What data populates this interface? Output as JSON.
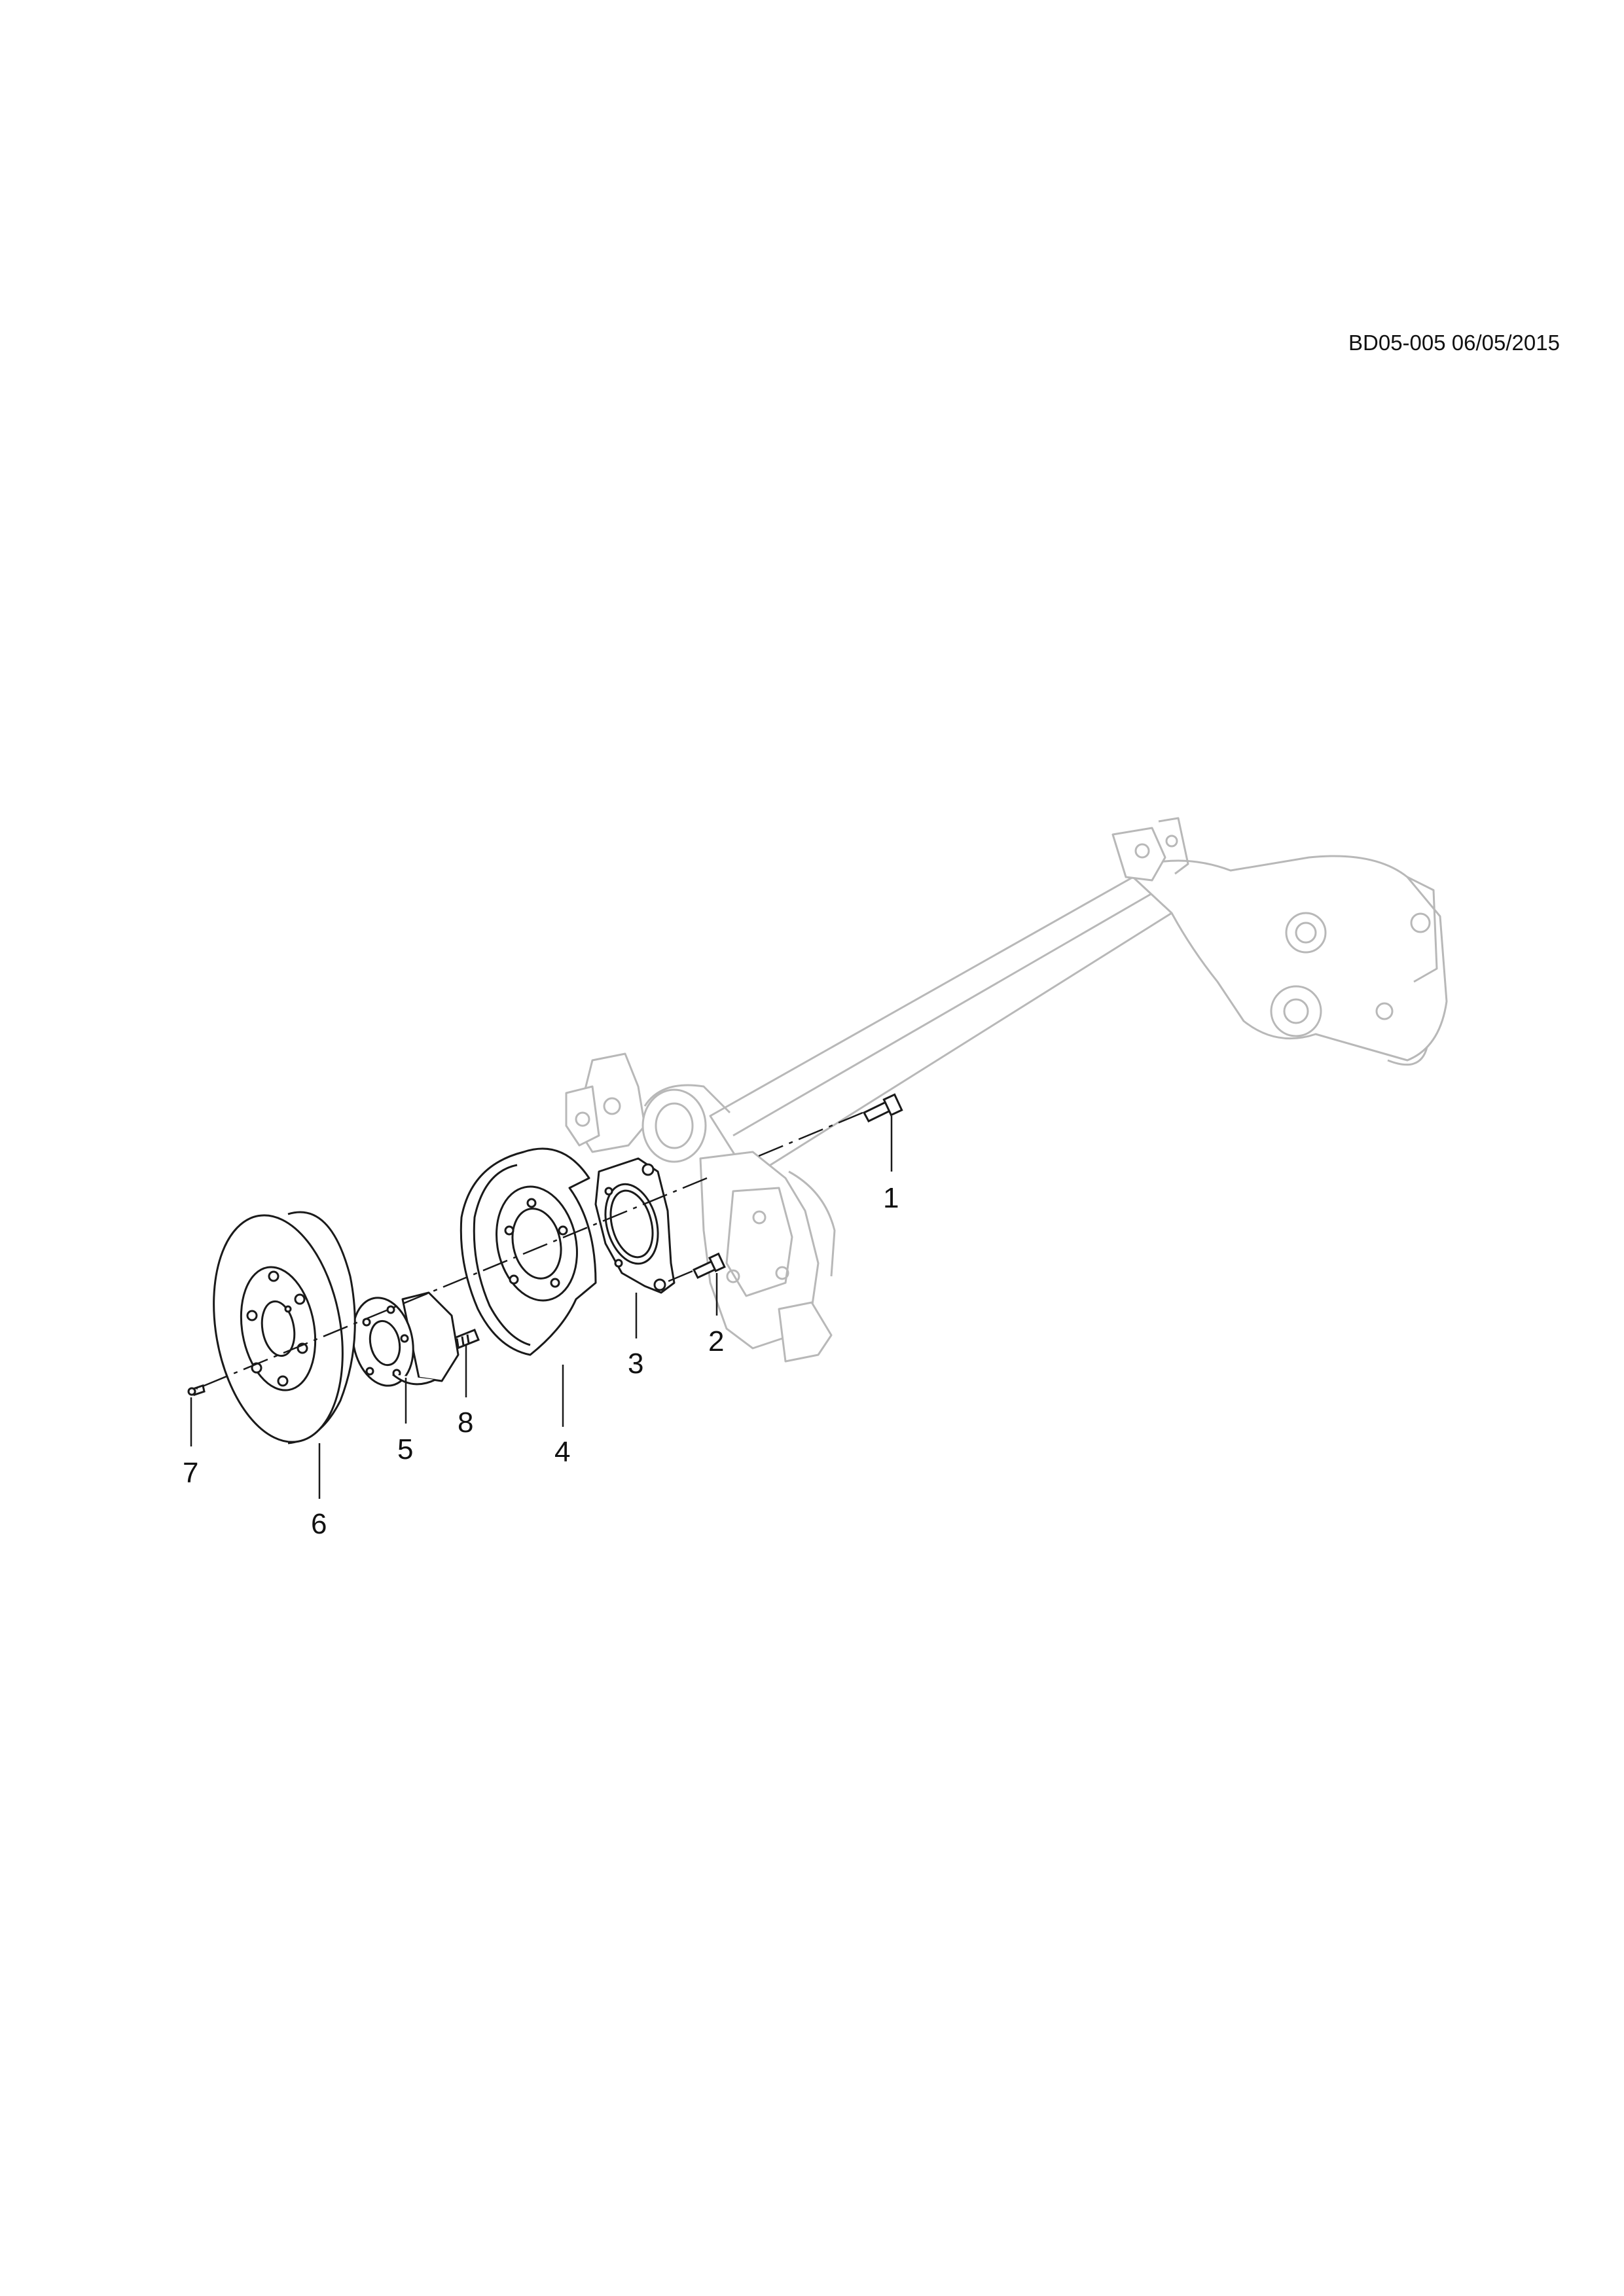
{
  "header": {
    "reference": "BD05-005 06/05/2015"
  },
  "callouts": [
    {
      "id": "1",
      "label": "1",
      "part": "bolt"
    },
    {
      "id": "2",
      "label": "2",
      "part": "bolt"
    },
    {
      "id": "3",
      "label": "3",
      "part": "bracket"
    },
    {
      "id": "4",
      "label": "4",
      "part": "splash-shield"
    },
    {
      "id": "5",
      "label": "5",
      "part": "hub-bearing"
    },
    {
      "id": "6",
      "label": "6",
      "part": "brake-disc"
    },
    {
      "id": "7",
      "label": "7",
      "part": "screw"
    },
    {
      "id": "8",
      "label": "8",
      "part": "wheel-stud"
    }
  ],
  "colors": {
    "line": "#1a1a1a",
    "ghost": "#b8b8b8",
    "paper": "#ffffff"
  }
}
